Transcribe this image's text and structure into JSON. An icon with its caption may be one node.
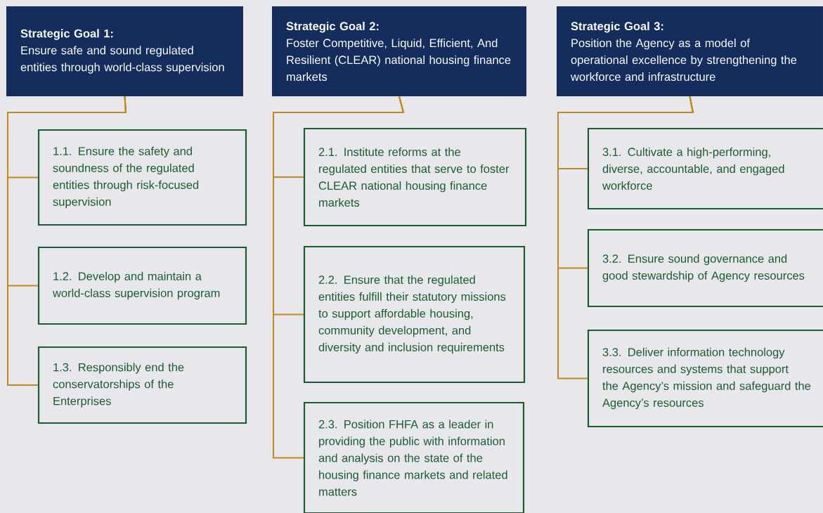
{
  "diagram": {
    "nodes": [
      {
        "text": [
          "Strategic Goal 1:",
          "Ensure safe and sound regulated entities through world-class supervision"
        ]
      },
      {
        "text": [
          "1.1. Ensure the safety and soundness of the regulated entities through risk-focused supervision"
        ]
      },
      {
        "text": [
          "1.2. Develop and maintain a world-class supervision program"
        ]
      },
      {
        "text": [
          "1.3. Responsibly end the conservatorships of the Enterprises"
        ]
      },
      {
        "text": [
          "Strategic Goal 2:",
          "Foster Competitive, Liquid, Efficient, And Resilient (CLEAR) national housing finance markets"
        ]
      },
      {
        "text": [
          "2.1. Institute reforms at the regulated entities that serve to foster CLEAR national housing finance markets"
        ]
      },
      {
        "text": [
          "2.2. Ensure that the regulated entities fulfill their statutory missions to support affordable housing, community development, and diversity and inclusion requirements"
        ]
      },
      {
        "text": [
          "2.3. Position FHFA as a leader in providing the public with information and analysis on the state of the housing finance markets and related matters"
        ]
      },
      {
        "text": [
          "Strategic Goal 3:",
          "Position the Agency as a model of operational excellence by strengthening the workforce and infrastructure"
        ]
      },
      {
        "text": [
          "3.1. Cultivate a high-performing, diverse, accountable, and engaged workforce"
        ]
      },
      {
        "text": [
          "3.2. Ensure sound governance and good stewardship of Agency resources"
        ]
      },
      {
        "text": [
          "3.3. Deliver information technology resources and systems that support the Agency’s mission and safeguard the Agency’s resources"
        ]
      }
    ],
    "edges": [
      {
        "from": 0,
        "to": 1,
        "arrow": "none"
      },
      {
        "from": 0,
        "to": 2,
        "arrow": "none"
      },
      {
        "from": 0,
        "to": 3,
        "arrow": "none"
      },
      {
        "from": 4,
        "to": 5,
        "arrow": "none"
      },
      {
        "from": 4,
        "to": 6,
        "arrow": "none"
      },
      {
        "from": 4,
        "to": 7,
        "arrow": "none"
      },
      {
        "from": 8,
        "to": 9,
        "arrow": "none"
      },
      {
        "from": 8,
        "to": 10,
        "arrow": "none"
      },
      {
        "from": 8,
        "to": 11,
        "arrow": "none"
      }
    ]
  }
}
